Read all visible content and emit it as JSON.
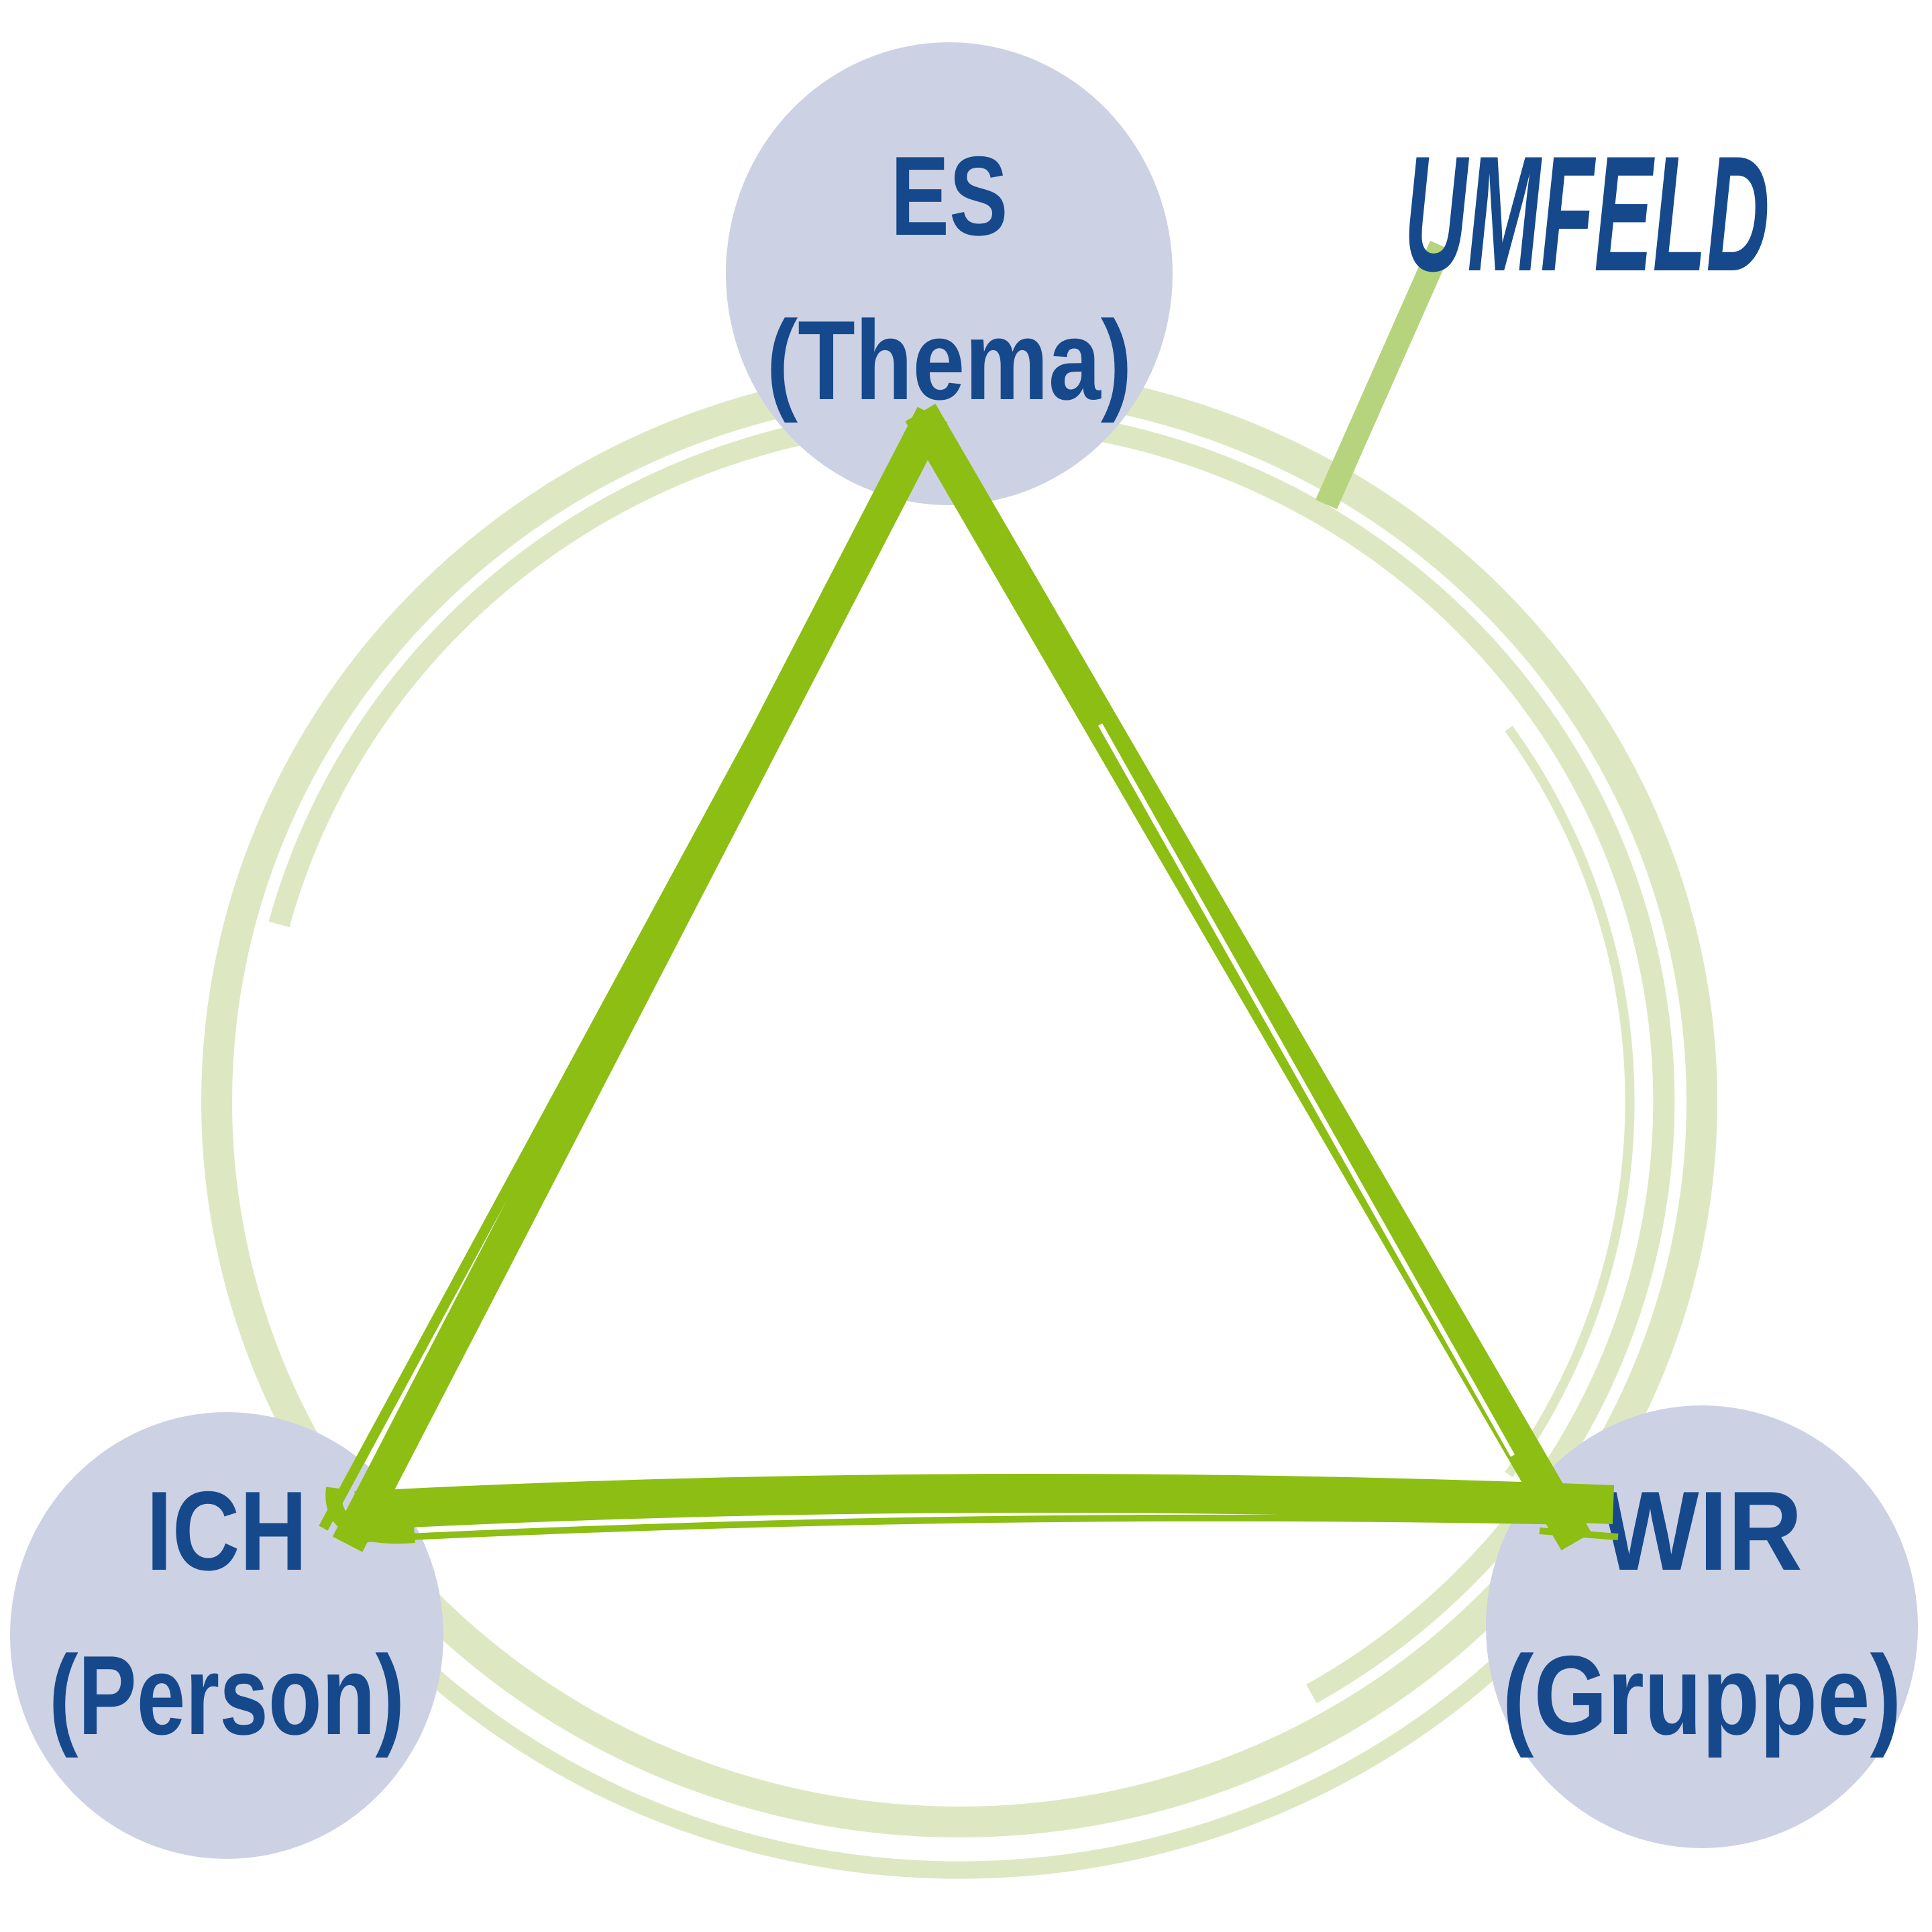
{
  "colors": {
    "node-fill": "#cdd1e4",
    "text-blue": "#16498c",
    "triangle-green": "#8cbe13",
    "pointer-green": "#b6d47d",
    "ring-green": "#dde8c3"
  },
  "nodes": {
    "es": {
      "line1": "ES",
      "line2": "(Thema)"
    },
    "ich": {
      "line1": "ICH",
      "line2": "(Person)"
    },
    "wir": {
      "line1": "WIR",
      "line2": "(Gruppe)"
    }
  },
  "umfeld": {
    "label": "UMFELD"
  }
}
